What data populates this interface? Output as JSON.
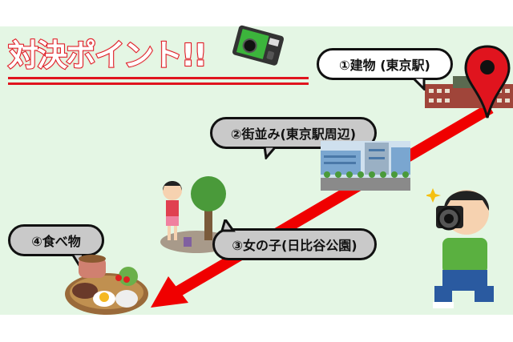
{
  "title": "対決ポイント!!",
  "points": [
    {
      "label": "①建物 (東京駅)"
    },
    {
      "label": "②街並み(東京駅周辺)"
    },
    {
      "label": "③女の子(日比谷公園)"
    },
    {
      "label": "④食べ物"
    }
  ],
  "colors": {
    "accent": "#e0141e",
    "background": "#e4f6e4",
    "bubble": "#c9c9c9"
  }
}
